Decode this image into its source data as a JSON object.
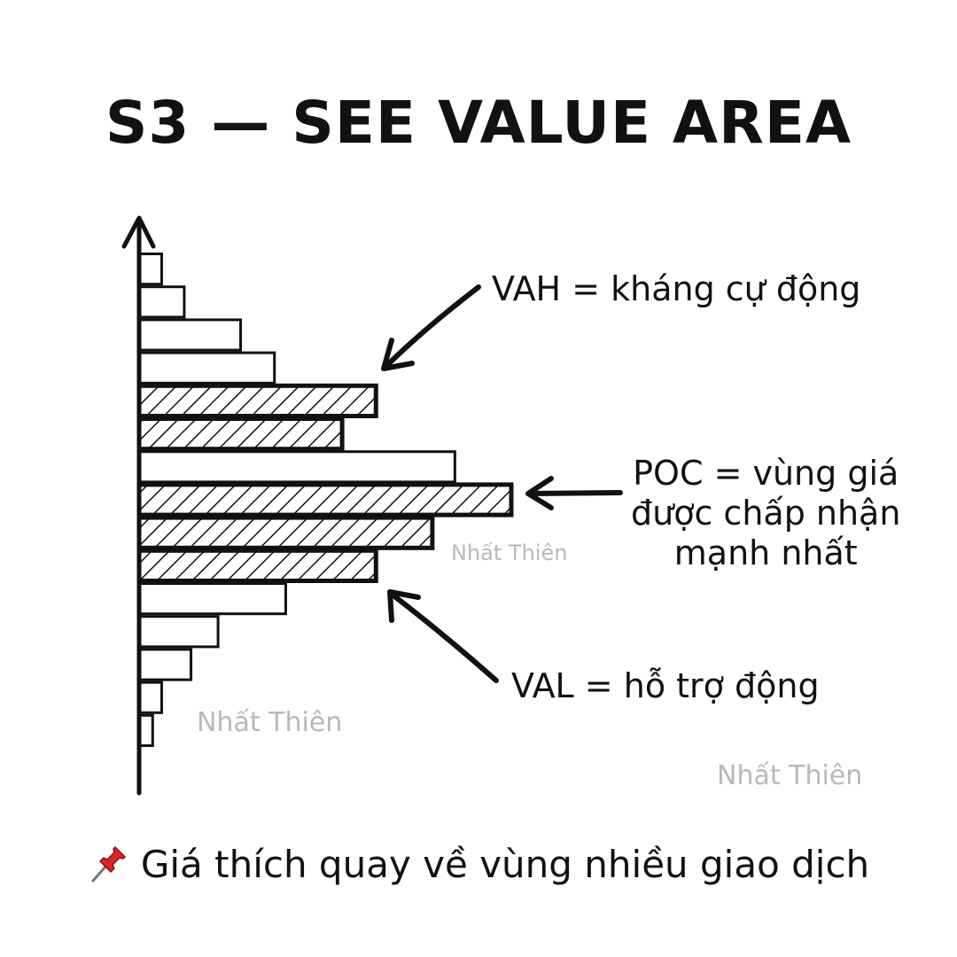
{
  "title": "S3 — SEE VALUE AREA",
  "labels": {
    "vah": "VAH = kháng cự động",
    "poc_line1": "POC = vùng giá",
    "poc_line2": "được chấp nhận",
    "poc_line3": "mạnh nhất",
    "val": "VAL = hỗ trợ động"
  },
  "watermarks": [
    "Nhất Thiên",
    "Nhất Thiên",
    "Nhất Thiên"
  ],
  "footer": {
    "icon": "pushpin-icon",
    "text": "Giá thích quay về vùng nhiều giao dịch"
  },
  "profile": {
    "bars": [
      {
        "value": 1,
        "value_area": false
      },
      {
        "value": 2,
        "value_area": false
      },
      {
        "value": 4.5,
        "value_area": false
      },
      {
        "value": 6,
        "value_area": false
      },
      {
        "value": 10.5,
        "value_area": true
      },
      {
        "value": 9,
        "value_area": true
      },
      {
        "value": 14,
        "value_area": false
      },
      {
        "value": 16.5,
        "value_area": true
      },
      {
        "value": 13,
        "value_area": true
      },
      {
        "value": 10.5,
        "value_area": true
      },
      {
        "value": 6.5,
        "value_area": false
      },
      {
        "value": 3.5,
        "value_area": false
      },
      {
        "value": 2.3,
        "value_area": false
      },
      {
        "value": 1,
        "value_area": false
      },
      {
        "value": 0.6,
        "value_area": false
      }
    ],
    "max_value": 16.5
  },
  "colors": {
    "ink": "#111111",
    "watermark": "#b9b9b9",
    "pin": "#d62828"
  }
}
